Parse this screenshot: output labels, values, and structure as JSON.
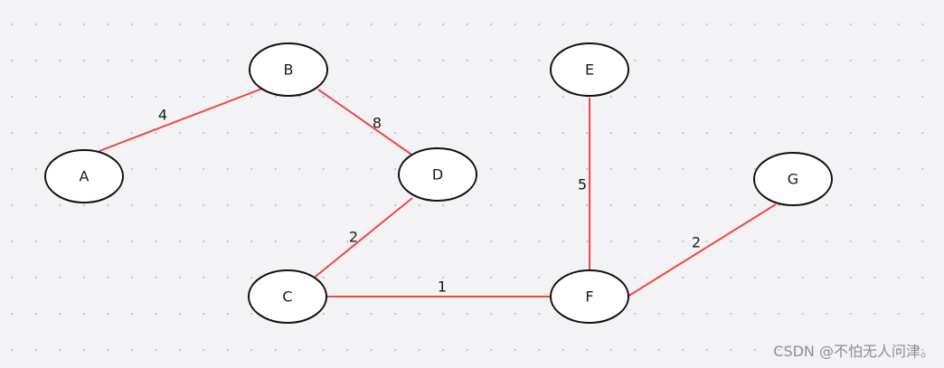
{
  "diagram": {
    "nodes": [
      {
        "id": "A",
        "label": "A"
      },
      {
        "id": "B",
        "label": "B"
      },
      {
        "id": "C",
        "label": "C"
      },
      {
        "id": "D",
        "label": "D"
      },
      {
        "id": "E",
        "label": "E"
      },
      {
        "id": "F",
        "label": "F"
      },
      {
        "id": "G",
        "label": "G"
      }
    ],
    "edges": [
      {
        "from": "A",
        "to": "B",
        "weight": "4"
      },
      {
        "from": "B",
        "to": "D",
        "weight": "8"
      },
      {
        "from": "D",
        "to": "C",
        "weight": "2"
      },
      {
        "from": "C",
        "to": "F",
        "weight": "1"
      },
      {
        "from": "E",
        "to": "F",
        "weight": "5"
      },
      {
        "from": "F",
        "to": "G",
        "weight": "2"
      }
    ],
    "edge_color": "#ee4a3e",
    "node_fill": "#ffffff",
    "node_stroke": "#111111"
  },
  "watermark": "CSDN @不怕无人问津。"
}
